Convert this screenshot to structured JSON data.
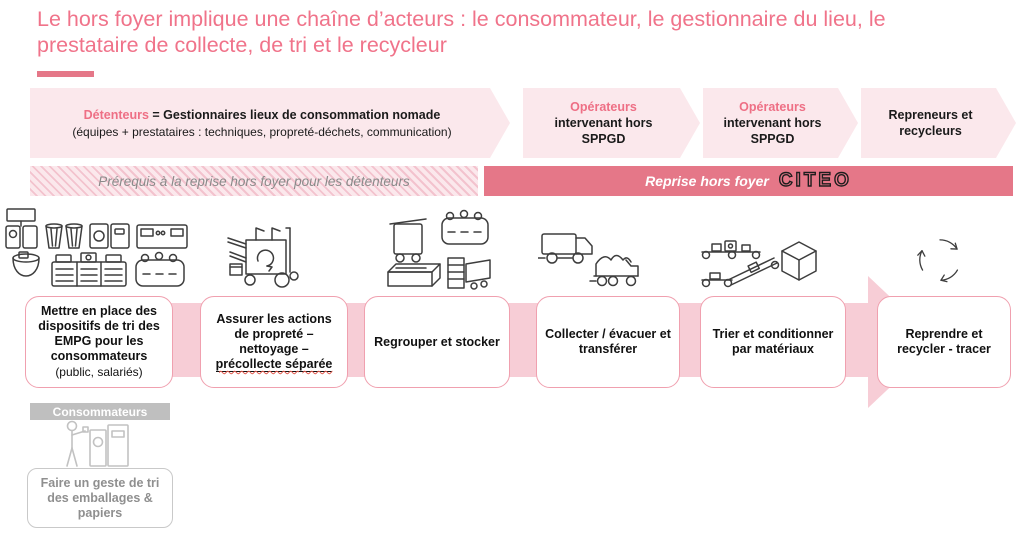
{
  "title": "Le hors foyer implique une chaîne d’acteurs : le consommateur, le gestionnaire du lieu, le prestataire de collecte, de tri et le recycleur",
  "banners": {
    "detenteurs": {
      "highlight": "Détenteurs",
      "rest": " = Gestionnaires lieux de consommation nomade",
      "subtitle": "(équipes + prestataires : techniques, propreté-déchets, communication)"
    },
    "operateurs1": {
      "highlight": "Opérateurs",
      "label": "intervenant hors SPPGD"
    },
    "operateurs2": {
      "highlight": "Opérateurs",
      "label": "intervenant hors SPPGD"
    },
    "repreneurs": {
      "label": "Repreneurs et recycleurs"
    }
  },
  "phase": {
    "prerequis": "Prérequis à la reprise hors foyer pour les détenteurs",
    "reprise": "Reprise hors foyer",
    "brand": "CITEO"
  },
  "steps": {
    "s1": {
      "label": "Mettre en place des dispositifs de tri des EMPG pour les consommateurs",
      "sub": "(public, salariés)",
      "icon": "waste-sorting-bins-icon"
    },
    "s2": {
      "label": "Assurer les actions de propreté – nettoyage – ",
      "underlined": "précollecte séparée",
      "icon": "cleaning-cart-icon"
    },
    "s3": {
      "label": "Regrouper et stocker",
      "icon": "storage-containers-icon"
    },
    "s4": {
      "label": "Collecter / évacuer et transférer",
      "icon": "collection-trucks-icon"
    },
    "s5": {
      "label": "Trier et conditionner par matériaux",
      "icon": "sorting-conveyor-icon"
    },
    "s6": {
      "label": "Reprendre et recycler - tracer",
      "icon": "recycle-loop-icon"
    }
  },
  "consumer": {
    "badge": "Consommateurs",
    "label": "Faire un geste de tri des emballages & papiers",
    "icon": "consumer-sorting-icon"
  },
  "colors": {
    "title_pink": "#F0738A",
    "accent_pink": "#E57788",
    "banner_pink": "#FBE8EC",
    "band_pink": "#F7CDD6",
    "box_border_pink": "#F0A0AF",
    "gray_text": "#8F8F8F",
    "badge_gray": "#BFBFBF"
  }
}
